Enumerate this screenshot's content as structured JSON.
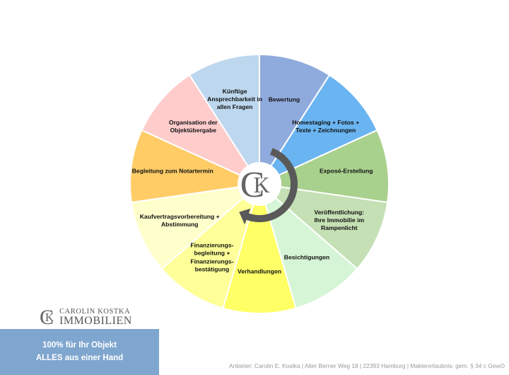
{
  "diagram": {
    "center_logo_letters": "CK",
    "segments": [
      {
        "label": "Bewertung",
        "color": "#8faadc"
      },
      {
        "label": "Homestaging + Fotos +\nTexte + Zeichnungen",
        "color": "#6ab4f2"
      },
      {
        "label": "Exposé-Erstellung",
        "color": "#a9d18e"
      },
      {
        "label": "Veröffentlichung:\nIhre Immobilie im\nRampenlicht",
        "color": "#c5e0b4"
      },
      {
        "label": "Besichtigungen",
        "color": "#d6f5d6"
      },
      {
        "label": "Verhandlungen",
        "color": "#ffff66"
      },
      {
        "label": "Finanzierungs-\nbegleitung +\nFinanzierungs-\nbestätigung",
        "color": "#ffff99"
      },
      {
        "label": "Kaufvertragsvorbereitung +\nAbstimmung",
        "color": "#ffffcc"
      },
      {
        "label": "Begleitung zum Notartermin",
        "color": "#ffcc66"
      },
      {
        "label": "Organisation der\nObjektübergabe",
        "color": "#ffcccc"
      },
      {
        "label": "Künftige\nAnsprechbarkeit in\nallen Fragen",
        "color": "#bdd7ee"
      }
    ],
    "arrow_color": "#595959"
  },
  "brand": {
    "logo_letters": "CK",
    "name_line1": "CAROLIN KOSTKA",
    "name_line2": "IMMOBILIEN"
  },
  "promo": {
    "line1": "100% für Ihr Objekt",
    "line2": "ALLES aus einer Hand"
  },
  "footer": {
    "text": "Anbieter: Carolin E. Kostka | Alter Berner Weg 18 | 22393 Hamburg | Maklererlaubnis: gem. § 34 c GewO"
  }
}
